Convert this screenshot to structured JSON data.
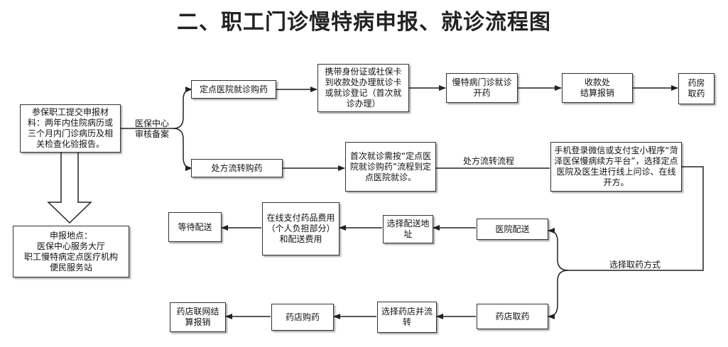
{
  "title": "二、职工门诊慢特病申报、就诊流程图",
  "nodes": {
    "apply": "参保职工提交申报材料：两年内住院病历或三个月内门诊病历及相关检查化验报告。",
    "location": "申报地点：\n医保中心服务大厅\n职工慢特病定点医疗机构\n便民服务站",
    "designated_hospital": "定点医院就诊购药",
    "bring_id": "携带身份证或社保卡到收款处办理就诊卡或就诊登记（首次就诊办理）",
    "clinic_prescribe": "慢特病门诊就诊开药",
    "cashier": "收款处\n结算报销",
    "pharmacy_pickup": "药房\n取药",
    "prescription_transfer": "处方流转购药",
    "first_visit": "首次就诊需按“定点医院就诊购药”流程到定点医院就诊。",
    "mobile_login": "手机登录微信或支付宝小程序“菏泽医保慢病续方平台”，选择定点医院及医生进行线上问诊、在线开方。",
    "hospital_delivery": "医院配送",
    "select_address": "选择配送地址",
    "pay_online": "在线支付药品费用（个人负担部分）和配送费用",
    "wait_delivery": "等待配送",
    "pharmacy_take": "药店取药",
    "select_pharmacy": "选择药店并流转",
    "pharmacy_buy": "药店购药",
    "pharmacy_settle": "药店联网结算报销"
  },
  "edge_labels": {
    "review": "医保中心\n审核备案",
    "transfer_flow": "处方流转流程",
    "choose_method": "选择取药方式"
  }
}
